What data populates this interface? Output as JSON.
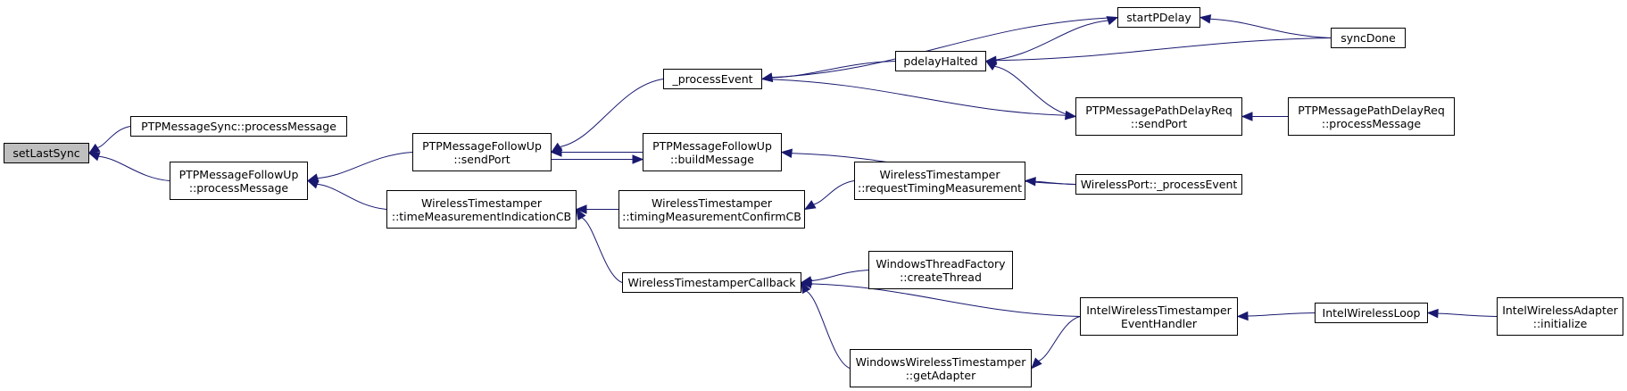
{
  "graph": {
    "edge_color": "#191970",
    "root_fill": "#bfbfbf",
    "nodes": [
      {
        "id": "setLastSync",
        "lines": [
          "setLastSync"
        ],
        "root": true
      },
      {
        "id": "syncProcess",
        "lines": [
          "PTPMessageSync::processMessage"
        ]
      },
      {
        "id": "fuProcess",
        "lines": [
          "PTPMessageFollowUp",
          "::processMessage"
        ]
      },
      {
        "id": "fuSendPort",
        "lines": [
          "PTPMessageFollowUp",
          "::sendPort"
        ]
      },
      {
        "id": "wtTimeMeas",
        "lines": [
          "WirelessTimestamper",
          "::timeMeasurementIndicationCB"
        ]
      },
      {
        "id": "processEvent",
        "lines": [
          "_processEvent"
        ]
      },
      {
        "id": "fuBuild",
        "lines": [
          "PTPMessageFollowUp",
          "::buildMessage"
        ]
      },
      {
        "id": "wtTimingConf",
        "lines": [
          "WirelessTimestamper",
          "::timingMeasurementConfirmCB"
        ]
      },
      {
        "id": "wtCallback",
        "lines": [
          "WirelessTimestamperCallback"
        ]
      },
      {
        "id": "startPDelay",
        "lines": [
          "startPDelay"
        ]
      },
      {
        "id": "pdelayHalted",
        "lines": [
          "pdelayHalted"
        ]
      },
      {
        "id": "pdrSendPort",
        "lines": [
          "PTPMessagePathDelayReq",
          "::sendPort"
        ]
      },
      {
        "id": "wtReqTiming",
        "lines": [
          "WirelessTimestamper",
          "::requestTimingMeasurement"
        ]
      },
      {
        "id": "wtfCreate",
        "lines": [
          "WindowsThreadFactory",
          "::createThread"
        ]
      },
      {
        "id": "wwtGetAdapter",
        "lines": [
          "WindowsWirelessTimestamper",
          "::getAdapter"
        ]
      },
      {
        "id": "syncDone",
        "lines": [
          "syncDone"
        ]
      },
      {
        "id": "pdrProcess",
        "lines": [
          "PTPMessagePathDelayReq",
          "::processMessage"
        ]
      },
      {
        "id": "wpProcessEvent",
        "lines": [
          "WirelessPort::_processEvent"
        ]
      },
      {
        "id": "iwtHandler",
        "lines": [
          "IntelWirelessTimestamper",
          "EventHandler"
        ]
      },
      {
        "id": "iwLoop",
        "lines": [
          "IntelWirelessLoop"
        ]
      },
      {
        "id": "iwaInit",
        "lines": [
          "IntelWirelessAdapter",
          "::initialize"
        ]
      }
    ],
    "edges": [
      {
        "from": "syncProcess",
        "to": "setLastSync"
      },
      {
        "from": "fuProcess",
        "to": "setLastSync"
      },
      {
        "from": "fuSendPort",
        "to": "fuProcess"
      },
      {
        "from": "wtTimeMeas",
        "to": "fuProcess"
      },
      {
        "from": "processEvent",
        "to": "fuSendPort"
      },
      {
        "from": "fuBuild",
        "to": "fuSendPort"
      },
      {
        "from": "fuSendPort",
        "to": "fuBuild"
      },
      {
        "from": "wtTimingConf",
        "to": "wtTimeMeas"
      },
      {
        "from": "wtCallback",
        "to": "wtTimeMeas"
      },
      {
        "from": "startPDelay",
        "to": "processEvent"
      },
      {
        "from": "pdelayHalted",
        "to": "processEvent"
      },
      {
        "from": "processEvent",
        "to": "pdrSendPort"
      },
      {
        "from": "wpProcessEvent",
        "to": "fuBuild"
      },
      {
        "from": "wtReqTiming",
        "to": "wtTimingConf"
      },
      {
        "from": "iwtHandler",
        "to": "wtCallback"
      },
      {
        "from": "wtfCreate",
        "to": "wtCallback"
      },
      {
        "from": "wwtGetAdapter",
        "to": "wtCallback"
      },
      {
        "from": "syncDone",
        "to": "startPDelay"
      },
      {
        "from": "pdelayHalted",
        "to": "startPDelay"
      },
      {
        "from": "syncDone",
        "to": "pdelayHalted"
      },
      {
        "from": "pdrSendPort",
        "to": "pdelayHalted"
      },
      {
        "from": "pdrProcess",
        "to": "pdrSendPort"
      },
      {
        "from": "wpProcessEvent",
        "to": "wtReqTiming"
      },
      {
        "from": "iwtHandler",
        "to": "wwtGetAdapter"
      },
      {
        "from": "iwLoop",
        "to": "iwtHandler"
      },
      {
        "from": "iwaInit",
        "to": "iwLoop"
      }
    ]
  }
}
